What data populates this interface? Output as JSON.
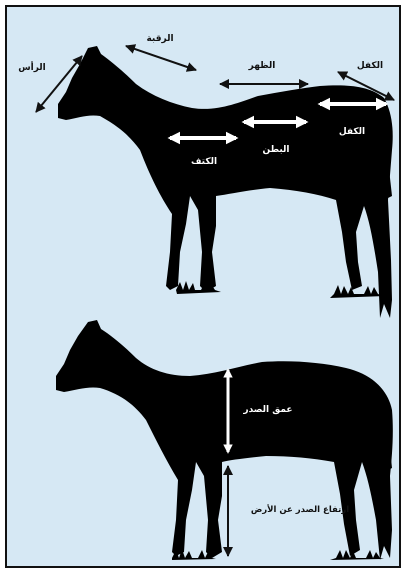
{
  "colors": {
    "background": "#d6e8f4",
    "silhouette": "#000000",
    "arrow_dark": "#111111",
    "arrow_light": "#ffffff"
  },
  "diagram_top": {
    "labels": {
      "head": "الرأس",
      "neck": "الرقبة",
      "back": "الظهر",
      "croup_top": "الكفل",
      "croup": "الكفل",
      "belly": "البطن",
      "shoulder": "الكتف"
    }
  },
  "diagram_bottom": {
    "labels": {
      "chest_depth": "عمق الصدر",
      "chest_height": "ارتفاع الصدر عن الأرض"
    }
  }
}
